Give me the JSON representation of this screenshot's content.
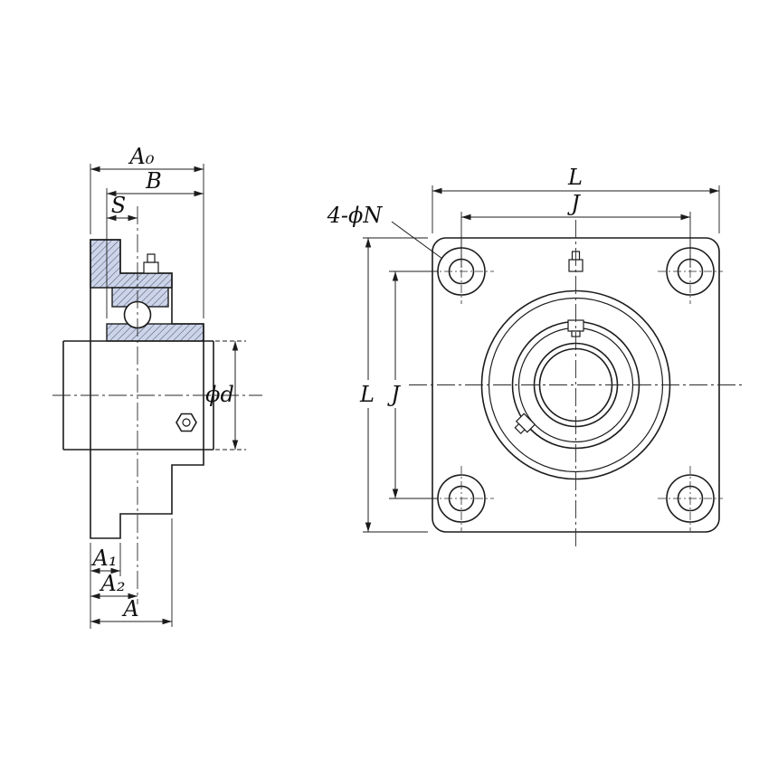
{
  "drawing": {
    "colors": {
      "line": "#1c1c1c",
      "section_fill": "#ccd4ea",
      "hatch_line": "#3c4258",
      "background": "#ffffff"
    },
    "side_view": {
      "dims": {
        "a0": "A₀",
        "b": "B",
        "s": "S",
        "phi_d": "ϕd",
        "a1": "A₁",
        "a2": "A₂",
        "a": "A"
      }
    },
    "front_view": {
      "dims": {
        "l_top": "L",
        "j_top": "J",
        "l_left": "L",
        "j_left": "J",
        "bolt_note": "4-ϕN"
      }
    }
  }
}
